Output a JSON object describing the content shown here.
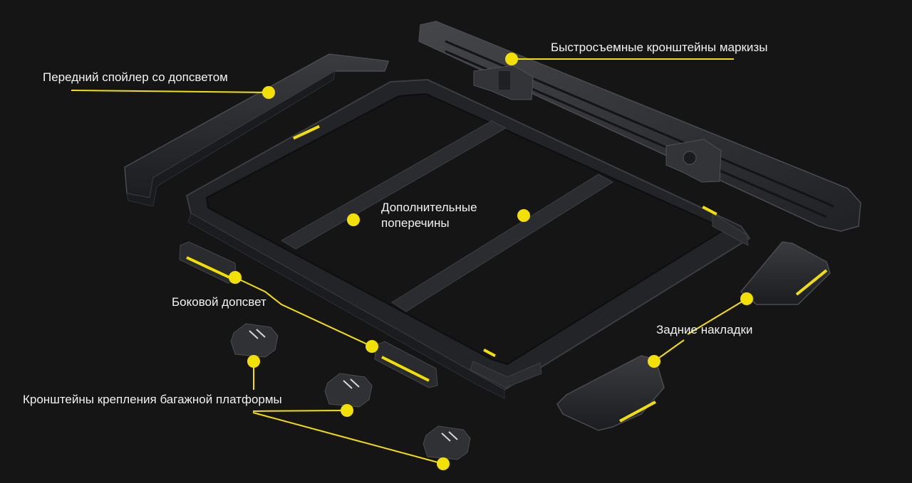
{
  "diagram": {
    "labels": {
      "front_spoiler": "Передний спойлер со допсветом",
      "awning_brackets": "Быстросъемные кронштейны маркизы",
      "cross_bars_line1": "Дополнительные",
      "cross_bars_line2": "поперечины",
      "side_light": "Боковой допсвет",
      "rear_covers": "Задние накладки",
      "platform_brackets": "Кронштейны крепления багажной платформы"
    },
    "colors": {
      "background": "#151515",
      "accent_yellow": "#f2e000",
      "part_dark": "#2a2b2e",
      "label_text": "#f2f2f2"
    }
  }
}
